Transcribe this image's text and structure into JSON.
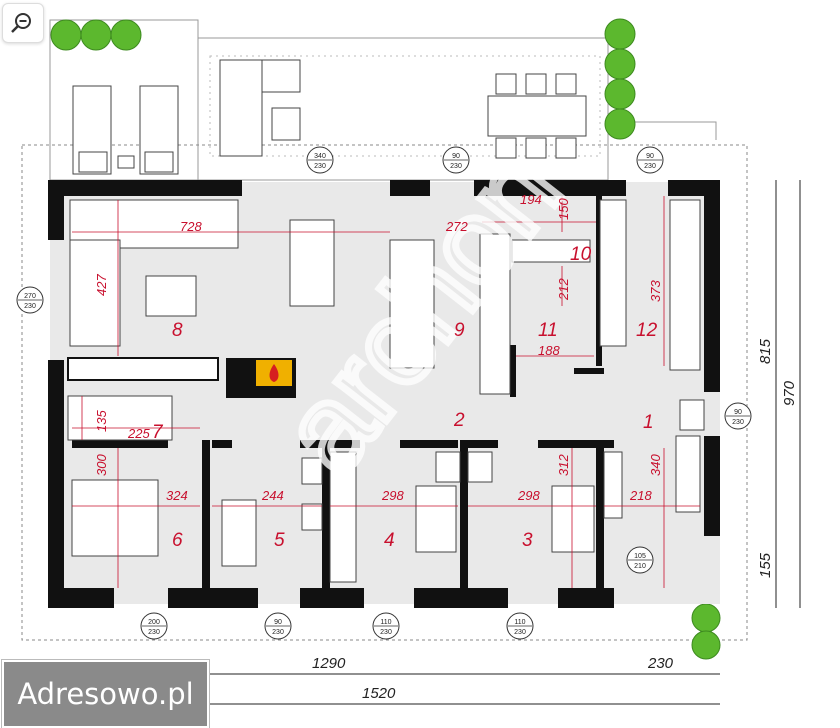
{
  "ui": {
    "zoom_icon": "magnifier-minus-icon",
    "watermark_text": "archon"
  },
  "brand": {
    "logo_text": "Adresowo.pl"
  },
  "plan": {
    "rooms": [
      {
        "key": "r1",
        "number": "1"
      },
      {
        "key": "r2",
        "number": "2"
      },
      {
        "key": "r3",
        "number": "3"
      },
      {
        "key": "r4",
        "number": "4"
      },
      {
        "key": "r5",
        "number": "5"
      },
      {
        "key": "r6",
        "number": "6"
      },
      {
        "key": "r7",
        "number": "7"
      },
      {
        "key": "r8",
        "number": "8"
      },
      {
        "key": "r9",
        "number": "9"
      },
      {
        "key": "r10",
        "number": "10"
      },
      {
        "key": "r11",
        "number": "11"
      },
      {
        "key": "r12",
        "number": "12"
      }
    ],
    "dimensions": {
      "d728": "728",
      "d427": "427",
      "d272": "272",
      "d194": "194",
      "d150": "150",
      "d212": "212",
      "d373": "373",
      "d188": "188",
      "d135": "135",
      "d225": "225",
      "d300": "300",
      "d324": "324",
      "d244": "244",
      "d298a": "298",
      "d298b": "298",
      "d312": "312",
      "d340": "340",
      "d218": "218"
    },
    "overall_dimensions": {
      "w1290": "1290",
      "w230": "230",
      "w1520": "1520",
      "h815": "815",
      "h970": "970",
      "h155": "155"
    },
    "openings": [
      {
        "key": "o1",
        "top": "340",
        "bottom": "230"
      },
      {
        "key": "o2",
        "top": "90",
        "bottom": "230"
      },
      {
        "key": "o3",
        "top": "90",
        "bottom": "230"
      },
      {
        "key": "o4",
        "top": "270",
        "bottom": "230"
      },
      {
        "key": "o5",
        "top": "90",
        "bottom": "230"
      },
      {
        "key": "o6",
        "top": "105",
        "bottom": "210"
      },
      {
        "key": "o7",
        "top": "200",
        "bottom": "230"
      },
      {
        "key": "o8",
        "top": "90",
        "bottom": "230"
      },
      {
        "key": "o9",
        "top": "110",
        "bottom": "230"
      },
      {
        "key": "o10",
        "top": "110",
        "bottom": "230"
      }
    ]
  },
  "colors": {
    "dimension": "#c8102e",
    "wall": "#111111",
    "floor": "#e9e9e9",
    "tree": "#5cb82e",
    "watermark": "#ffffff"
  }
}
